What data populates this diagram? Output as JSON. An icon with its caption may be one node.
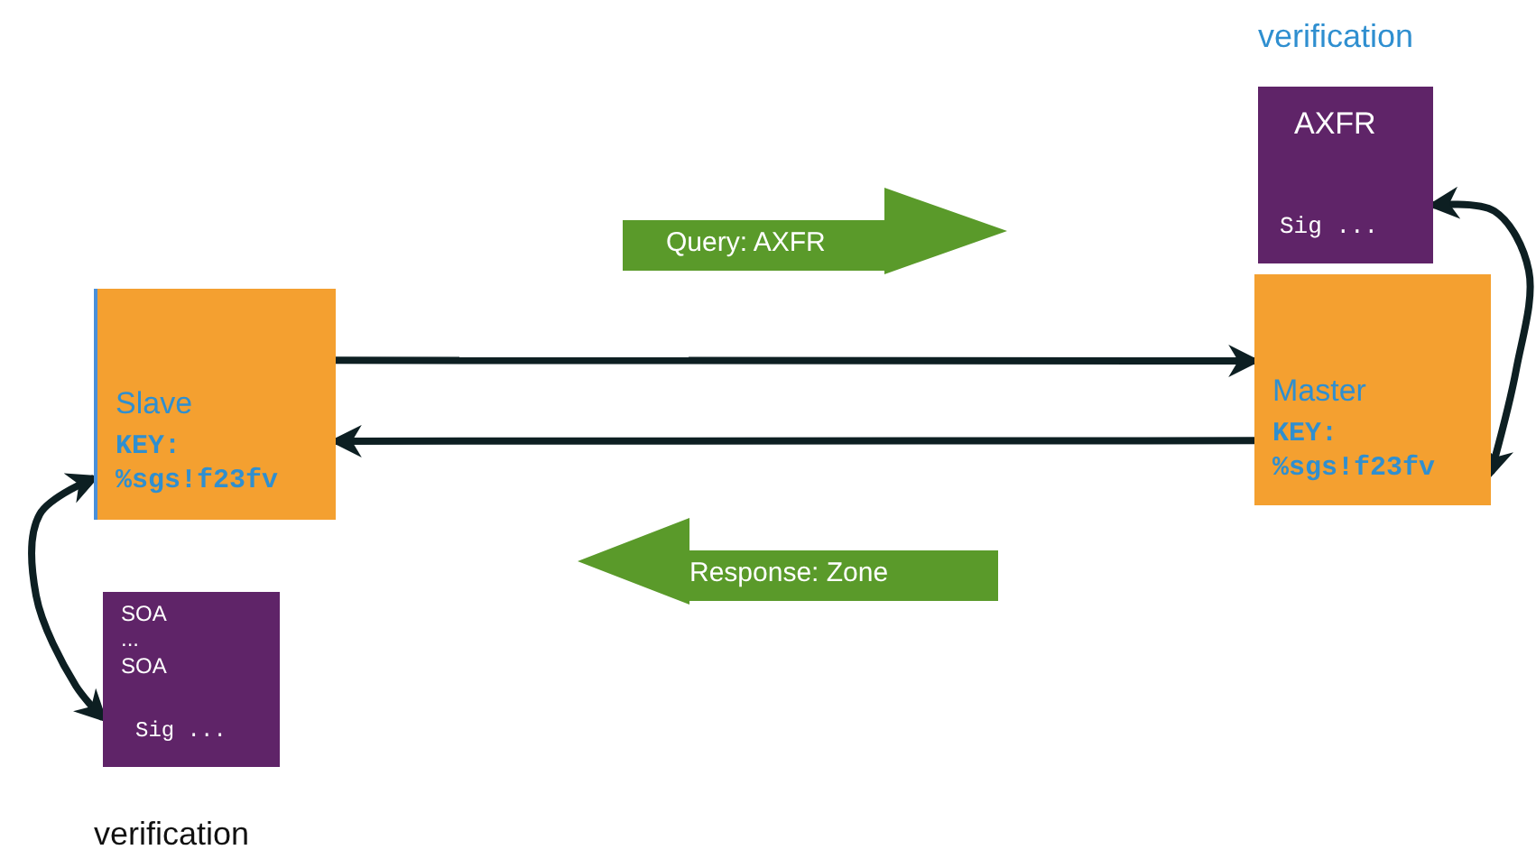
{
  "diagram": {
    "nodes": [
      {
        "text": [
          "Slave",
          "KEY: %sgs!f23fv"
        ]
      },
      {
        "text": [
          "Master",
          "KEY: %sgs!f23fv"
        ]
      },
      {
        "text": [
          "AXFR",
          "Sig ..."
        ],
        "beside": [
          "verification"
        ]
      },
      {
        "text": [
          "SOA ... SOA",
          "Sig ..."
        ],
        "beside": [
          "verification"
        ]
      },
      {
        "text": [
          "Query: AXFR"
        ]
      },
      {
        "text": [
          "Response: Zone"
        ]
      }
    ],
    "edges": [
      {
        "from": 0,
        "to": 1,
        "arrow": "to"
      },
      {
        "from": 1,
        "to": 0,
        "arrow": "to"
      },
      {
        "from": 1,
        "to": 2,
        "arrow": "both"
      },
      {
        "from": 0,
        "to": 3,
        "arrow": "both"
      }
    ]
  }
}
